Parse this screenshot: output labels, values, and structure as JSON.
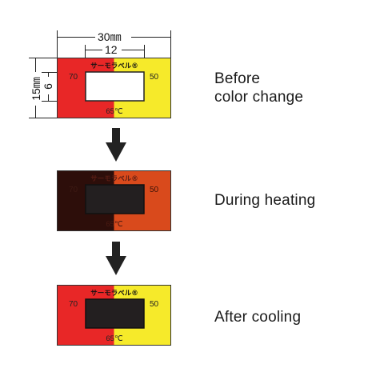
{
  "dimensions": {
    "width_label": "30㎜",
    "inner_width_label": "12",
    "height_label": "15㎜",
    "inner_height_label": "6"
  },
  "label_panel": {
    "brand": "サーモラベル®",
    "left_temp": "70",
    "right_temp": "50",
    "bottom_temp": "65℃"
  },
  "stages": [
    {
      "lines": [
        "Before",
        "color change"
      ]
    },
    {
      "lines": [
        "During heating"
      ]
    },
    {
      "lines": [
        "After cooling"
      ]
    }
  ],
  "colors": {
    "red": "#e82727",
    "yellow": "#f6ea2a",
    "dark": "#231f20",
    "brown": "#3a1410",
    "orange": "#d94a1c",
    "arrow": "#222222"
  }
}
